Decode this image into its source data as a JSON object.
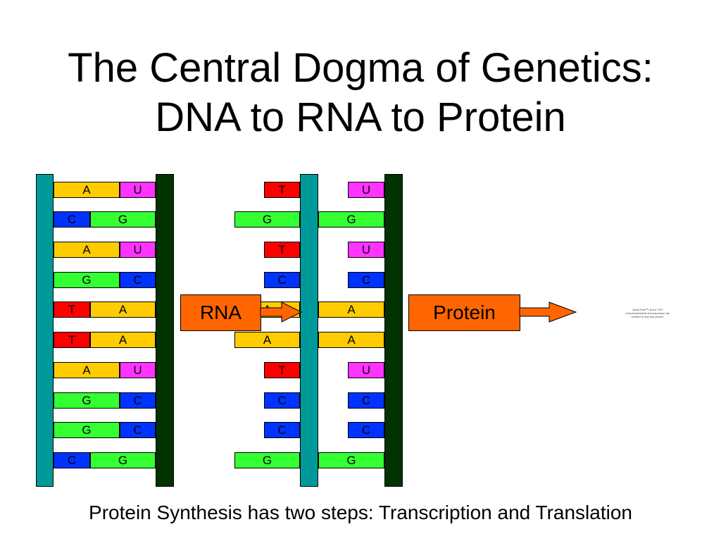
{
  "title": {
    "line1": "The Central Dogma of Genetics:",
    "line2": "DNA to RNA to Protein"
  },
  "caption": "Protein Synthesis has two steps: Transcription and Translation",
  "labels": {
    "rna": "RNA",
    "protein": "Protein"
  },
  "quicktime_note": "QuickTime™ and a TIFF (Uncompressed) decompressor are needed to see this picture.",
  "colors": {
    "A": "#ffcc00",
    "U": "#ff33ff",
    "C": "#0033ff",
    "G": "#33ff33",
    "T": "#ff0000",
    "backbone_teal": "#009999",
    "backbone_dark": "#003300",
    "label_box": "#ff6600"
  },
  "panel1_pairs": [
    [
      "A",
      "U"
    ],
    [
      "C",
      "G"
    ],
    [
      "A",
      "U"
    ],
    [
      "G",
      "C"
    ],
    [
      "T",
      "A"
    ],
    [
      "T",
      "A"
    ],
    [
      "A",
      "U"
    ],
    [
      "G",
      "C"
    ],
    [
      "G",
      "C"
    ],
    [
      "C",
      "G"
    ]
  ],
  "panel2_left_bases": [
    "T",
    "G",
    "T",
    "C",
    "A",
    "A",
    "T",
    "C",
    "C",
    "G"
  ],
  "panel2_right_bases": [
    "U",
    "G",
    "U",
    "C",
    "A",
    "A",
    "U",
    "C",
    "C",
    "G"
  ]
}
